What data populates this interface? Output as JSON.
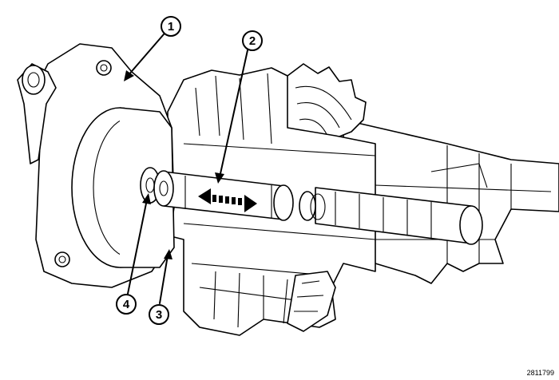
{
  "figure_id": "2811799",
  "callouts": [
    {
      "label": "1"
    },
    {
      "label": "2"
    },
    {
      "label": "3"
    },
    {
      "label": "4"
    }
  ],
  "colors": {
    "ink": "#000000",
    "paper": "#ffffff"
  }
}
